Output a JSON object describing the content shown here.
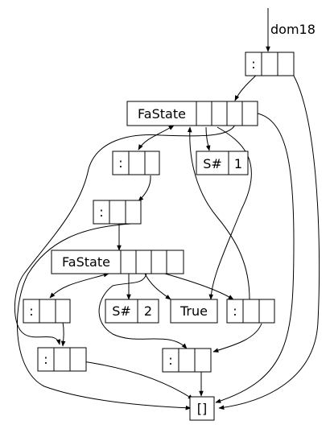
{
  "root_label": "dom18",
  "nodes": {
    "cons_top": {
      "tag": ":"
    },
    "fastate_a": {
      "tag": "FaState"
    },
    "cons_a1": {
      "tag": ":"
    },
    "sharp_1": {
      "tag": "S#",
      "value": "1"
    },
    "cons_a2": {
      "tag": ":"
    },
    "fastate_b": {
      "tag": "FaState"
    },
    "cons_b1": {
      "tag": ":"
    },
    "sharp_2": {
      "tag": "S#",
      "value": "2"
    },
    "true_node": {
      "tag": "True"
    },
    "cons_b2": {
      "tag": ":"
    },
    "cons_c1": {
      "tag": ":"
    },
    "cons_c2": {
      "tag": ":"
    },
    "nil_node": {
      "tag": "[]"
    }
  },
  "colors": {
    "stroke": "#000000",
    "fill": "#ffffff"
  }
}
